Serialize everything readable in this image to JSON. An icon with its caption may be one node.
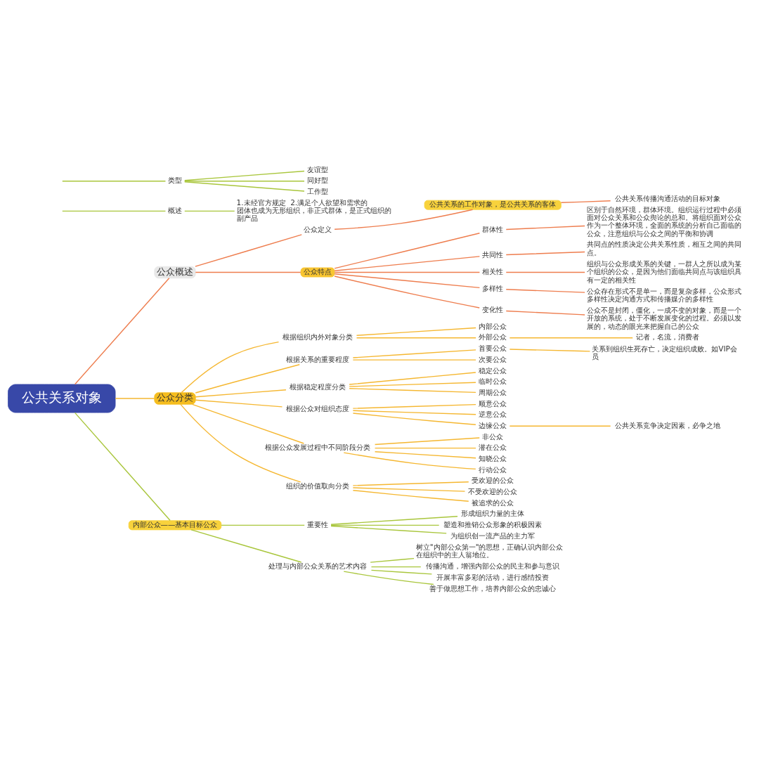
{
  "diagram": {
    "nodes": [
      {
        "text": [
          "公共关系对象"
        ]
      },
      {
        "text": [
          "公众概述"
        ]
      },
      {
        "text": [
          "公众定义"
        ]
      },
      {
        "text": [
          "公共关系的工作对象，是公共关系的客体"
        ]
      },
      {
        "text": [
          "公共关系传播沟通活动的目标对象"
        ]
      },
      {
        "text": [
          "公众特点"
        ]
      },
      {
        "text": [
          "群体性"
        ]
      },
      {
        "text": [
          "区别于自然环境，群体环境。组织运行过程中必须面对公众关系和公众舆论的总和。将组织面对公众作为一个整体环境，全面的系统的分析自己面临的公众，注意组织与公众之间的平衡和协调"
        ]
      },
      {
        "text": [
          "共同性"
        ]
      },
      {
        "text": [
          "共同点的性质决定公共关系性质，相互之间的共同点。"
        ]
      },
      {
        "text": [
          "相关性"
        ]
      },
      {
        "text": [
          "组织与公众形成关系的关键，一群人之所以成为某个组织的公众，是因为他们面临共同点与该组织具有一定的相关性"
        ]
      },
      {
        "text": [
          "多样性"
        ]
      },
      {
        "text": [
          "公众存在形式不是单一，而是复杂多样，公众形式多样性决定沟通方式和传播媒介的多样性"
        ]
      },
      {
        "text": [
          "变化性"
        ]
      },
      {
        "text": [
          "公众不是封闭，僵化，一成不变的对象，而是一个开放的系统，处于不断发展变化的过程。必须以发展的，动态的眼光来把握自己的公众"
        ]
      },
      {
        "text": [
          "公众分类"
        ]
      },
      {
        "text": [
          "根据组织内外对象分类"
        ]
      },
      {
        "text": [
          "内部公众"
        ]
      },
      {
        "text": [
          "外部公众"
        ]
      },
      {
        "text": [
          "记者，名流，消费者"
        ]
      },
      {
        "text": [
          "根据关系的重要程度"
        ]
      },
      {
        "text": [
          "首要公众"
        ]
      },
      {
        "text": [
          "关系到组织生死存亡，决定组织成败。如VIP会员"
        ]
      },
      {
        "text": [
          "次要公众"
        ]
      },
      {
        "text": [
          "根据稳定程度分类"
        ]
      },
      {
        "text": [
          "稳定公众"
        ]
      },
      {
        "text": [
          "临时公众"
        ]
      },
      {
        "text": [
          "周期公众"
        ]
      },
      {
        "text": [
          "根据公众对组织态度"
        ]
      },
      {
        "text": [
          "顺意公众"
        ]
      },
      {
        "text": [
          "逆意公众"
        ]
      },
      {
        "text": [
          "边缘公众"
        ]
      },
      {
        "text": [
          "公共关系竞争决定因素，必争之地"
        ]
      },
      {
        "text": [
          "根据公众发展过程中不同阶段分类"
        ]
      },
      {
        "text": [
          "非公众"
        ]
      },
      {
        "text": [
          "潜在公众"
        ]
      },
      {
        "text": [
          "知晓公众"
        ]
      },
      {
        "text": [
          "行动公众"
        ]
      },
      {
        "text": [
          "组织的价值取向分类"
        ]
      },
      {
        "text": [
          "受欢迎的公众"
        ]
      },
      {
        "text": [
          "不受欢迎的公众"
        ]
      },
      {
        "text": [
          "被追求的公众"
        ]
      },
      {
        "text": [
          "内部公众——基本目标公众"
        ]
      },
      {
        "text": [
          "重要性"
        ]
      },
      {
        "text": [
          "形成组织力量的主体"
        ]
      },
      {
        "text": [
          "塑造和推销公众形象的积极因素"
        ]
      },
      {
        "text": [
          "为组织创一流产品的主力军"
        ]
      },
      {
        "text": [
          "处理与内部公众关系的艺术内容"
        ]
      },
      {
        "text": [
          "树立\"内部公众第一\"的思想，正确认识内部公众在组织中的主人翁地位。"
        ]
      },
      {
        "text": [
          "传播沟通，增强内部公众的民主和参与意识"
        ]
      },
      {
        "text": [
          "开展丰富多彩的活动，进行感情投资"
        ]
      },
      {
        "text": [
          "善于做思想工作，培养内部公众的忠诚心"
        ]
      },
      {
        "text": [
          "概述"
        ]
      },
      {
        "text": [
          "1.未经官方规定  2.满足个人欲望和需求的团体也成为无形组织，非正式群体，是正式组织的副产品"
        ]
      },
      {
        "text": [
          "类型"
        ]
      },
      {
        "text": [
          "友谊型"
        ]
      },
      {
        "text": [
          "同好型"
        ]
      },
      {
        "text": [
          "工作型"
        ]
      }
    ],
    "edges": [
      {
        "from": 0,
        "to": 1,
        "arrow": "none",
        "color": "#ee7d4e"
      },
      {
        "from": 1,
        "to": 2,
        "arrow": "none",
        "color": "#ee7d4e"
      },
      {
        "from": 2,
        "to": 3,
        "arrow": "none",
        "color": "#ee7d4e"
      },
      {
        "from": 3,
        "to": 4,
        "arrow": "none",
        "color": "#ee7d4e"
      },
      {
        "from": 1,
        "to": 5,
        "arrow": "none",
        "color": "#ee7d4e"
      },
      {
        "from": 5,
        "to": 6,
        "arrow": "none",
        "color": "#ee7d4e"
      },
      {
        "from": 6,
        "to": 7,
        "arrow": "none",
        "color": "#ee7d4e"
      },
      {
        "from": 5,
        "to": 8,
        "arrow": "none",
        "color": "#ee7d4e"
      },
      {
        "from": 8,
        "to": 9,
        "arrow": "none",
        "color": "#ee7d4e"
      },
      {
        "from": 5,
        "to": 10,
        "arrow": "none",
        "color": "#ee7d4e"
      },
      {
        "from": 10,
        "to": 11,
        "arrow": "none",
        "color": "#ee7d4e"
      },
      {
        "from": 5,
        "to": 12,
        "arrow": "none",
        "color": "#ee7d4e"
      },
      {
        "from": 12,
        "to": 13,
        "arrow": "none",
        "color": "#ee7d4e"
      },
      {
        "from": 5,
        "to": 14,
        "arrow": "none",
        "color": "#ee7d4e"
      },
      {
        "from": 14,
        "to": 15,
        "arrow": "none",
        "color": "#ee7d4e"
      },
      {
        "from": 0,
        "to": 16,
        "arrow": "none"
      },
      {
        "from": 16,
        "to": 17,
        "arrow": "none"
      },
      {
        "from": 17,
        "to": 18,
        "arrow": "none"
      },
      {
        "from": 17,
        "to": 19,
        "arrow": "none"
      },
      {
        "from": 19,
        "to": 20,
        "arrow": "none"
      },
      {
        "from": 16,
        "to": 21,
        "arrow": "none"
      },
      {
        "from": 21,
        "to": 22,
        "arrow": "none"
      },
      {
        "from": 22,
        "to": 23,
        "arrow": "none"
      },
      {
        "from": 21,
        "to": 24,
        "arrow": "none"
      },
      {
        "from": 16,
        "to": 25,
        "arrow": "none"
      },
      {
        "from": 25,
        "to": 26,
        "arrow": "none"
      },
      {
        "from": 25,
        "to": 27,
        "arrow": "none"
      },
      {
        "from": 25,
        "to": 28,
        "arrow": "none"
      },
      {
        "from": 16,
        "to": 29,
        "arrow": "none"
      },
      {
        "from": 29,
        "to": 30,
        "arrow": "none"
      },
      {
        "from": 29,
        "to": 31,
        "arrow": "none"
      },
      {
        "from": 29,
        "to": 32,
        "arrow": "none"
      },
      {
        "from": 32,
        "to": 33,
        "arrow": "none"
      },
      {
        "from": 16,
        "to": 34,
        "arrow": "none"
      },
      {
        "from": 34,
        "to": 35,
        "arrow": "none"
      },
      {
        "from": 34,
        "to": 36,
        "arrow": "none"
      },
      {
        "from": 34,
        "to": 37,
        "arrow": "none"
      },
      {
        "from": 34,
        "to": 38,
        "arrow": "none"
      },
      {
        "from": 16,
        "to": 39,
        "arrow": "none"
      },
      {
        "from": 39,
        "to": 40,
        "arrow": "none"
      },
      {
        "from": 39,
        "to": 41,
        "arrow": "none"
      },
      {
        "from": 39,
        "to": 42,
        "arrow": "none"
      },
      {
        "from": 0,
        "to": 43,
        "arrow": "none",
        "color": "#a9c63c"
      },
      {
        "from": 43,
        "to": 44,
        "arrow": "none",
        "color": "#a9c63c"
      },
      {
        "from": 44,
        "to": 45,
        "arrow": "none",
        "color": "#a9c63c"
      },
      {
        "from": 44,
        "to": 46,
        "arrow": "none",
        "color": "#a9c63c"
      },
      {
        "from": 44,
        "to": 47,
        "arrow": "none",
        "color": "#a9c63c"
      },
      {
        "from": 43,
        "to": 48,
        "arrow": "none",
        "color": "#a9c63c"
      },
      {
        "from": 48,
        "to": 49,
        "arrow": "none",
        "color": "#a9c63c"
      },
      {
        "from": 48,
        "to": 50,
        "arrow": "none",
        "color": "#a9c63c"
      },
      {
        "from": 48,
        "to": 51,
        "arrow": "none",
        "color": "#a9c63c"
      },
      {
        "from": 48,
        "to": 52,
        "arrow": "none",
        "color": "#a9c63c"
      },
      {
        "from": null,
        "to": 53,
        "arrow": "none",
        "color": "#a9c63c"
      },
      {
        "from": 53,
        "to": 54,
        "arrow": "none",
        "color": "#a9c63c"
      },
      {
        "from": null,
        "to": 55,
        "arrow": "none",
        "color": "#a9c63c"
      },
      {
        "from": 55,
        "to": 56,
        "arrow": "none",
        "color": "#a9c63c"
      },
      {
        "from": 55,
        "to": 57,
        "arrow": "none",
        "color": "#a9c63c"
      },
      {
        "from": 55,
        "to": 58,
        "arrow": "none",
        "color": "#a9c63c"
      }
    ]
  }
}
